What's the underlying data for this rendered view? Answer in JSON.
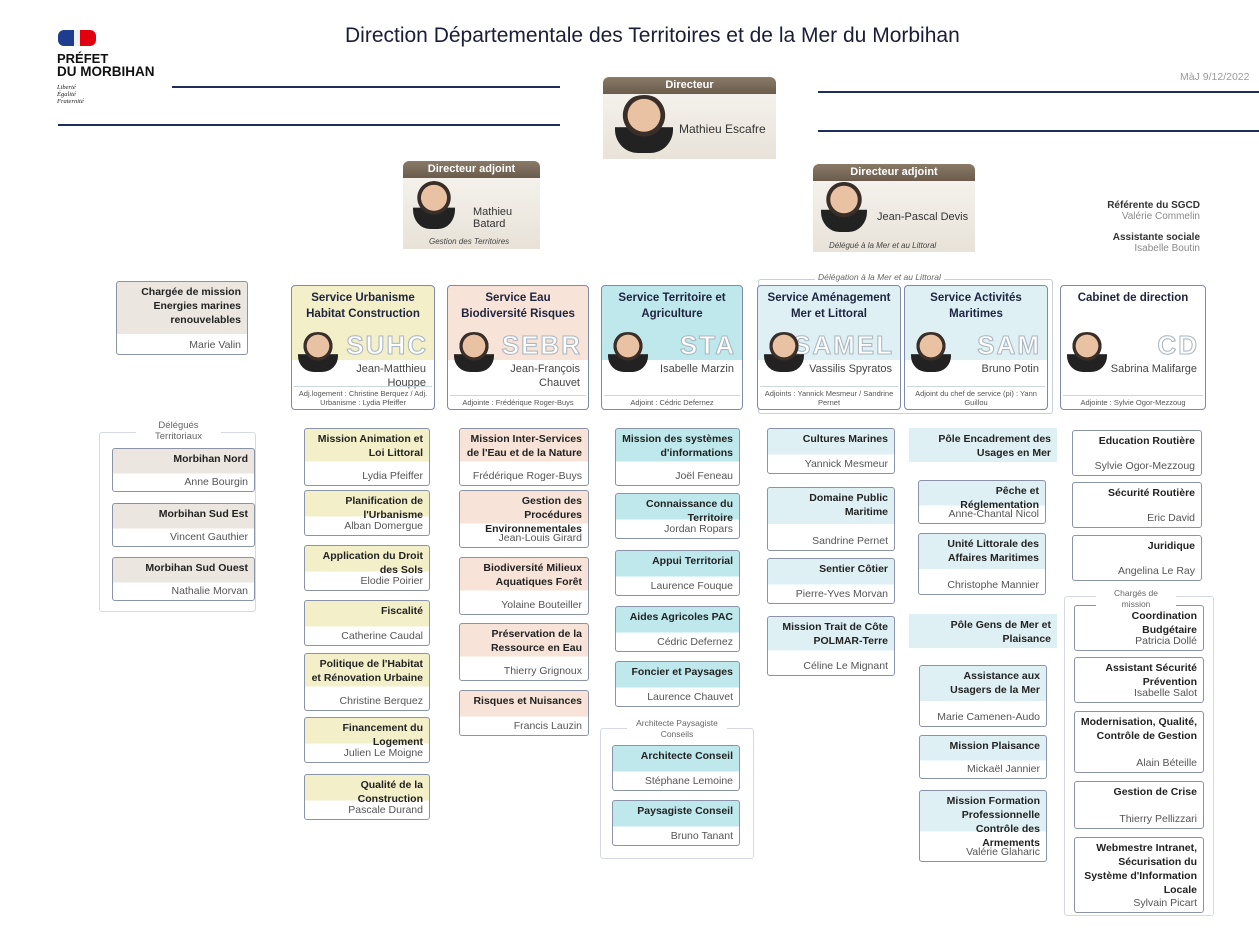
{
  "header": {
    "brand_line1": "PRÉFET",
    "brand_line2": "DU MORBIHAN",
    "motto": [
      "Liberté",
      "Égalité",
      "Fraternité"
    ],
    "title": "Direction Départementale des Territoires et de la Mer du Morbihan",
    "updated": "MàJ 9/12/2022"
  },
  "directeur": {
    "tag": "Directeur",
    "name": "Mathieu Escafre"
  },
  "adjoint1": {
    "tag": "Directeur adjoint",
    "name": "Mathieu Batard",
    "sub": "Gestion des Territoires"
  },
  "adjoint2": {
    "tag": "Directeur adjoint",
    "name": "Jean-Pascal Devis",
    "sub": "Délégué à la Mer et au Littoral"
  },
  "sgcd": {
    "h1": "Référente du SGCD",
    "n1": "Valérie Commelin",
    "h2": "Assistante sociale",
    "n2": "Isabelle Boutin"
  },
  "delegation_label": "Délégation à la Mer et au Littoral",
  "mission_enr": {
    "title": "Chargée de mission Energies marines renouvelables",
    "name": "Marie Valin"
  },
  "delegues": {
    "label": "Délégués Territoriaux",
    "items": [
      {
        "title": "Morbihan Nord",
        "name": "Anne Bourgin"
      },
      {
        "title": "Morbihan Sud Est",
        "name": "Vincent Gauthier"
      },
      {
        "title": "Morbihan Sud Ouest",
        "name": "Nathalie Morvan"
      }
    ]
  },
  "services": [
    {
      "title": "Service Urbanisme Habitat Construction",
      "acr": "SUHC",
      "person": "Jean-Matthieu Houppe",
      "adj": "Adj.logement : Christine Berquez / Adj. Urbanisme : Lydia Pfeiffer",
      "color": "#f3efc9"
    },
    {
      "title": "Service Eau Biodiversité Risques",
      "acr": "SEBR",
      "person": "Jean-François Chauvet",
      "adj": "Adjointe : Frédérique Roger-Buys",
      "color": "#f7e3d7"
    },
    {
      "title": "Service Territoire et Agriculture",
      "acr": "STA",
      "person": "Isabelle Marzin",
      "adj": "Adjoint : Cédric Defernez",
      "color": "#bfe8ec"
    },
    {
      "title": "Service Aménagement Mer et Littoral",
      "acr": "SAMEL",
      "person": "Vassilis Spyratos",
      "adj": "Adjoints : Yannick Mesmeur / Sandrine Pernet",
      "color": "#dff0f5"
    },
    {
      "title": "Service Activités Maritimes",
      "acr": "SAM",
      "person": "Bruno Potin",
      "adj": "Adjoint du chef de service (pi) : Yann Guillou",
      "color": "#dff0f5"
    },
    {
      "title": "Cabinet de direction",
      "acr": "CD",
      "person": "Sabrina Malifarge",
      "adj": "Adjointe : Sylvie Ogor-Mezzoug",
      "color": "#ffffff"
    }
  ],
  "col_suhc": [
    {
      "title": "Mission Animation et Loi Littoral",
      "name": "Lydia Pfeiffer"
    },
    {
      "title": "Planification de l'Urbanisme",
      "name": "Alban Domergue"
    },
    {
      "title": "Application du Droit des Sols",
      "name": "Elodie Poirier"
    },
    {
      "title": "Fiscalité",
      "name": "Catherine Caudal"
    },
    {
      "title": "Politique de l'Habitat et Rénovation Urbaine",
      "name": "Christine Berquez"
    },
    {
      "title": "Financement du Logement",
      "name": "Julien Le Moigne"
    },
    {
      "title": "Qualité de la Construction",
      "name": "Pascale Durand"
    }
  ],
  "col_sebr": [
    {
      "title": "Mission Inter-Services de l'Eau et de la Nature",
      "name": "Frédérique Roger-Buys"
    },
    {
      "title": "Gestion des Procédures Environnementales",
      "name": "Jean-Louis Girard"
    },
    {
      "title": "Biodiversité Milieux Aquatiques Forêt",
      "name": "Yolaine Bouteiller"
    },
    {
      "title": "Préservation de la Ressource en Eau",
      "name": "Thierry Grignoux"
    },
    {
      "title": "Risques et Nuisances",
      "name": "Francis Lauzin"
    }
  ],
  "col_sta": [
    {
      "title": "Mission des systèmes d'informations",
      "name": "Joël Feneau"
    },
    {
      "title": "Connaissance du Territoire",
      "name": "Jordan Ropars"
    },
    {
      "title": "Appui Territorial",
      "name": "Laurence Fouque"
    },
    {
      "title": "Aides Agricoles PAC",
      "name": "Cédric Defernez"
    },
    {
      "title": "Foncier et Paysages",
      "name": "Laurence Chauvet"
    }
  ],
  "sta_group": {
    "label": "Architecte Paysagiste Conseils",
    "items": [
      {
        "title": "Architecte Conseil",
        "name": "Stéphane Lemoine"
      },
      {
        "title": "Paysagiste Conseil",
        "name": "Bruno Tanant"
      }
    ]
  },
  "col_samel": [
    {
      "title": "Cultures Marines",
      "name": "Yannick Mesmeur"
    },
    {
      "title": "Domaine Public Maritime",
      "name": "Sandrine Pernet"
    },
    {
      "title": "Sentier Côtier",
      "name": "Pierre-Yves Morvan"
    },
    {
      "title": "Mission Trait de Côte POLMAR-Terre",
      "name": "Céline Le Mignant"
    }
  ],
  "sam_pole1": "Pôle Encadrement des Usages en Mer",
  "sam_p1_items": [
    {
      "title": "Pêche et Réglementation",
      "name": "Anne-Chantal Nicol"
    },
    {
      "title": "Unité Littorale des Affaires Maritimes",
      "name": "Christophe Mannier"
    }
  ],
  "sam_pole2": "Pôle Gens de Mer et Plaisance",
  "sam_p2_items": [
    {
      "title": "Assistance aux Usagers de la Mer",
      "name": "Marie Camenen-Audo"
    },
    {
      "title": "Mission Plaisance",
      "name": "Mickaël Jannier"
    },
    {
      "title": "Mission Formation Professionnelle Contrôle des Armements",
      "name": "Valérie Glaharic"
    }
  ],
  "col_cd": [
    {
      "title": "Education Routière",
      "name": "Sylvie Ogor-Mezzoug"
    },
    {
      "title": "Sécurité Routière",
      "name": "Eric David"
    },
    {
      "title": "Juridique",
      "name": "Angelina Le Ray"
    }
  ],
  "cd_group": {
    "label": "Chargés de mission",
    "items": [
      {
        "title": "Coordination Budgétaire",
        "name": "Patricia Dollé"
      },
      {
        "title": "Assistant Sécurité Prévention",
        "name": "Isabelle Salot"
      },
      {
        "title": "Modernisation, Qualité, Contrôle de Gestion",
        "name": "Alain Béteille"
      },
      {
        "title": "Gestion de Crise",
        "name": "Thierry Pellizzari"
      },
      {
        "title": "Webmestre Intranet, Sécurisation du Système d'Information Locale",
        "name": "Sylvain Picart"
      }
    ]
  }
}
